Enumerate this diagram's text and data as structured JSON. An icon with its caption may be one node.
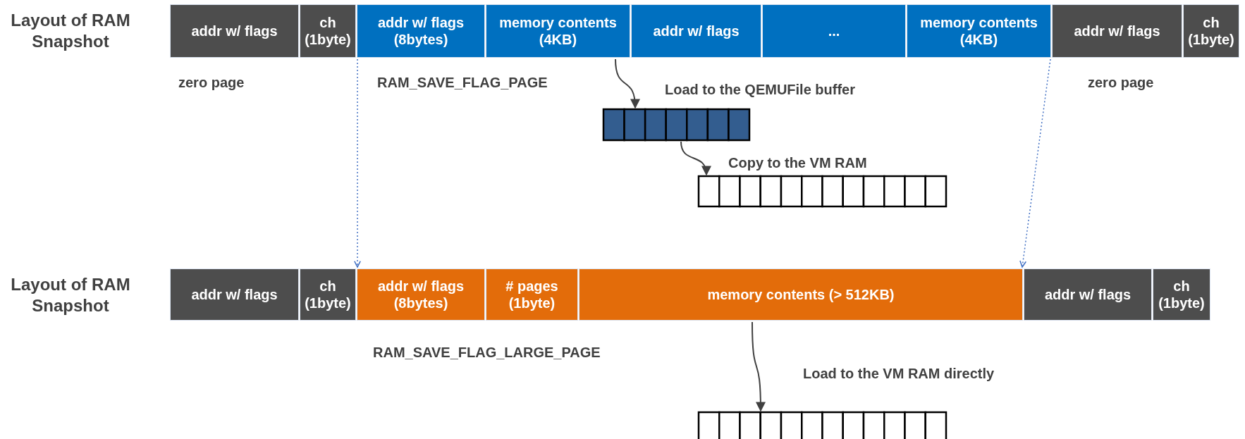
{
  "diagram": {
    "nodes": [
      {
        "text": [
          "addr w/ flags"
        ]
      },
      {
        "text": [
          "ch (1byte)"
        ]
      },
      {
        "text": [
          "addr w/ flags (8bytes)"
        ]
      },
      {
        "text": [
          "memory contents (4KB)"
        ]
      },
      {
        "text": [
          "addr w/ flags"
        ]
      },
      {
        "text": [
          "..."
        ]
      },
      {
        "text": [
          "memory contents (4KB)"
        ]
      },
      {
        "text": [
          "addr w/ flags"
        ]
      },
      {
        "text": [
          "ch (1byte)"
        ]
      },
      {
        "text": [],
        "shape": "box"
      },
      {
        "text": [],
        "shape": "box"
      },
      {
        "text": [
          "addr w/ flags"
        ]
      },
      {
        "text": [
          "ch (1byte)"
        ]
      },
      {
        "text": [
          "addr w/ flags (8bytes)"
        ]
      },
      {
        "text": [
          "# pages (1byte)"
        ]
      },
      {
        "text": [
          "memory contents (> 512KB)"
        ]
      },
      {
        "text": [
          "addr w/ flags"
        ]
      },
      {
        "text": [
          "ch (1byte)"
        ]
      },
      {
        "text": [],
        "shape": "box"
      }
    ],
    "edges": [
      {
        "from": 3,
        "to": 9,
        "arrow": "to",
        "label": "Load to the QEMUFile buffer"
      },
      {
        "from": 9,
        "to": 10,
        "arrow": "to",
        "label": "Copy to the VM RAM"
      },
      {
        "from": 2,
        "to": 13,
        "arrow": "to",
        "style": "dashed",
        "color": "#4472c4"
      },
      {
        "from": 6,
        "to": 15,
        "arrow": "to",
        "style": "dashed",
        "color": "#4472c4"
      },
      {
        "from": 15,
        "to": 18,
        "arrow": "to",
        "label": "Load to the VM RAM directly"
      }
    ],
    "labels": [
      "Layout of RAM Snapshot",
      "zero page",
      "RAM_SAVE_FLAG_PAGE",
      "zero page",
      "Layout of RAM Snapshot",
      "RAM_SAVE_FLAG_LARGE_PAGE"
    ]
  }
}
